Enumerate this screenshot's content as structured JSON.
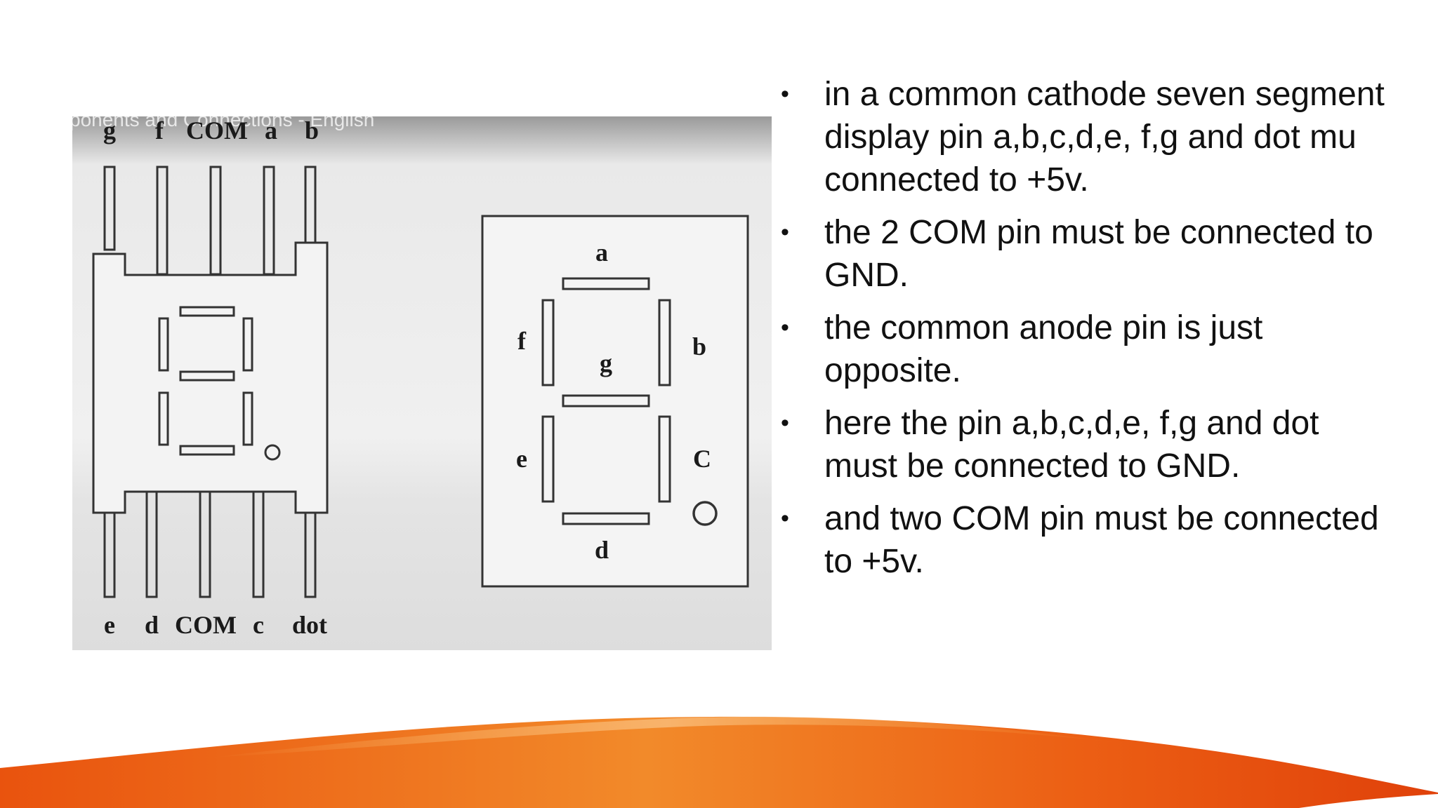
{
  "video_caption": "ponents and Connections - English",
  "pinout": {
    "top_pins": [
      "g",
      "f",
      "COM",
      "a",
      "b"
    ],
    "bottom_pins": [
      "e",
      "d",
      "COM",
      "c",
      "dot"
    ]
  },
  "segment_map": {
    "a": "a",
    "b": "b",
    "c": "C",
    "d": "d",
    "e": "e",
    "f": "f",
    "g": "g"
  },
  "bullets": [
    "in a common cathode seven segment display pin a,b,c,d,e, f,g and dot mu connected to +5v.",
    "the 2 COM pin must be connected to GND.",
    "the common anode pin is just opposite.",
    "here the pin a,b,c,d,e, f,g and dot must be connected to GND.",
    "and two COM pin must be connected to +5v."
  ],
  "bullet_symbol": "•",
  "colors": {
    "wave_dark": "#e24a0a",
    "wave_light": "#f59a3a",
    "panel_bg": "#ececec",
    "text": "#111111"
  }
}
